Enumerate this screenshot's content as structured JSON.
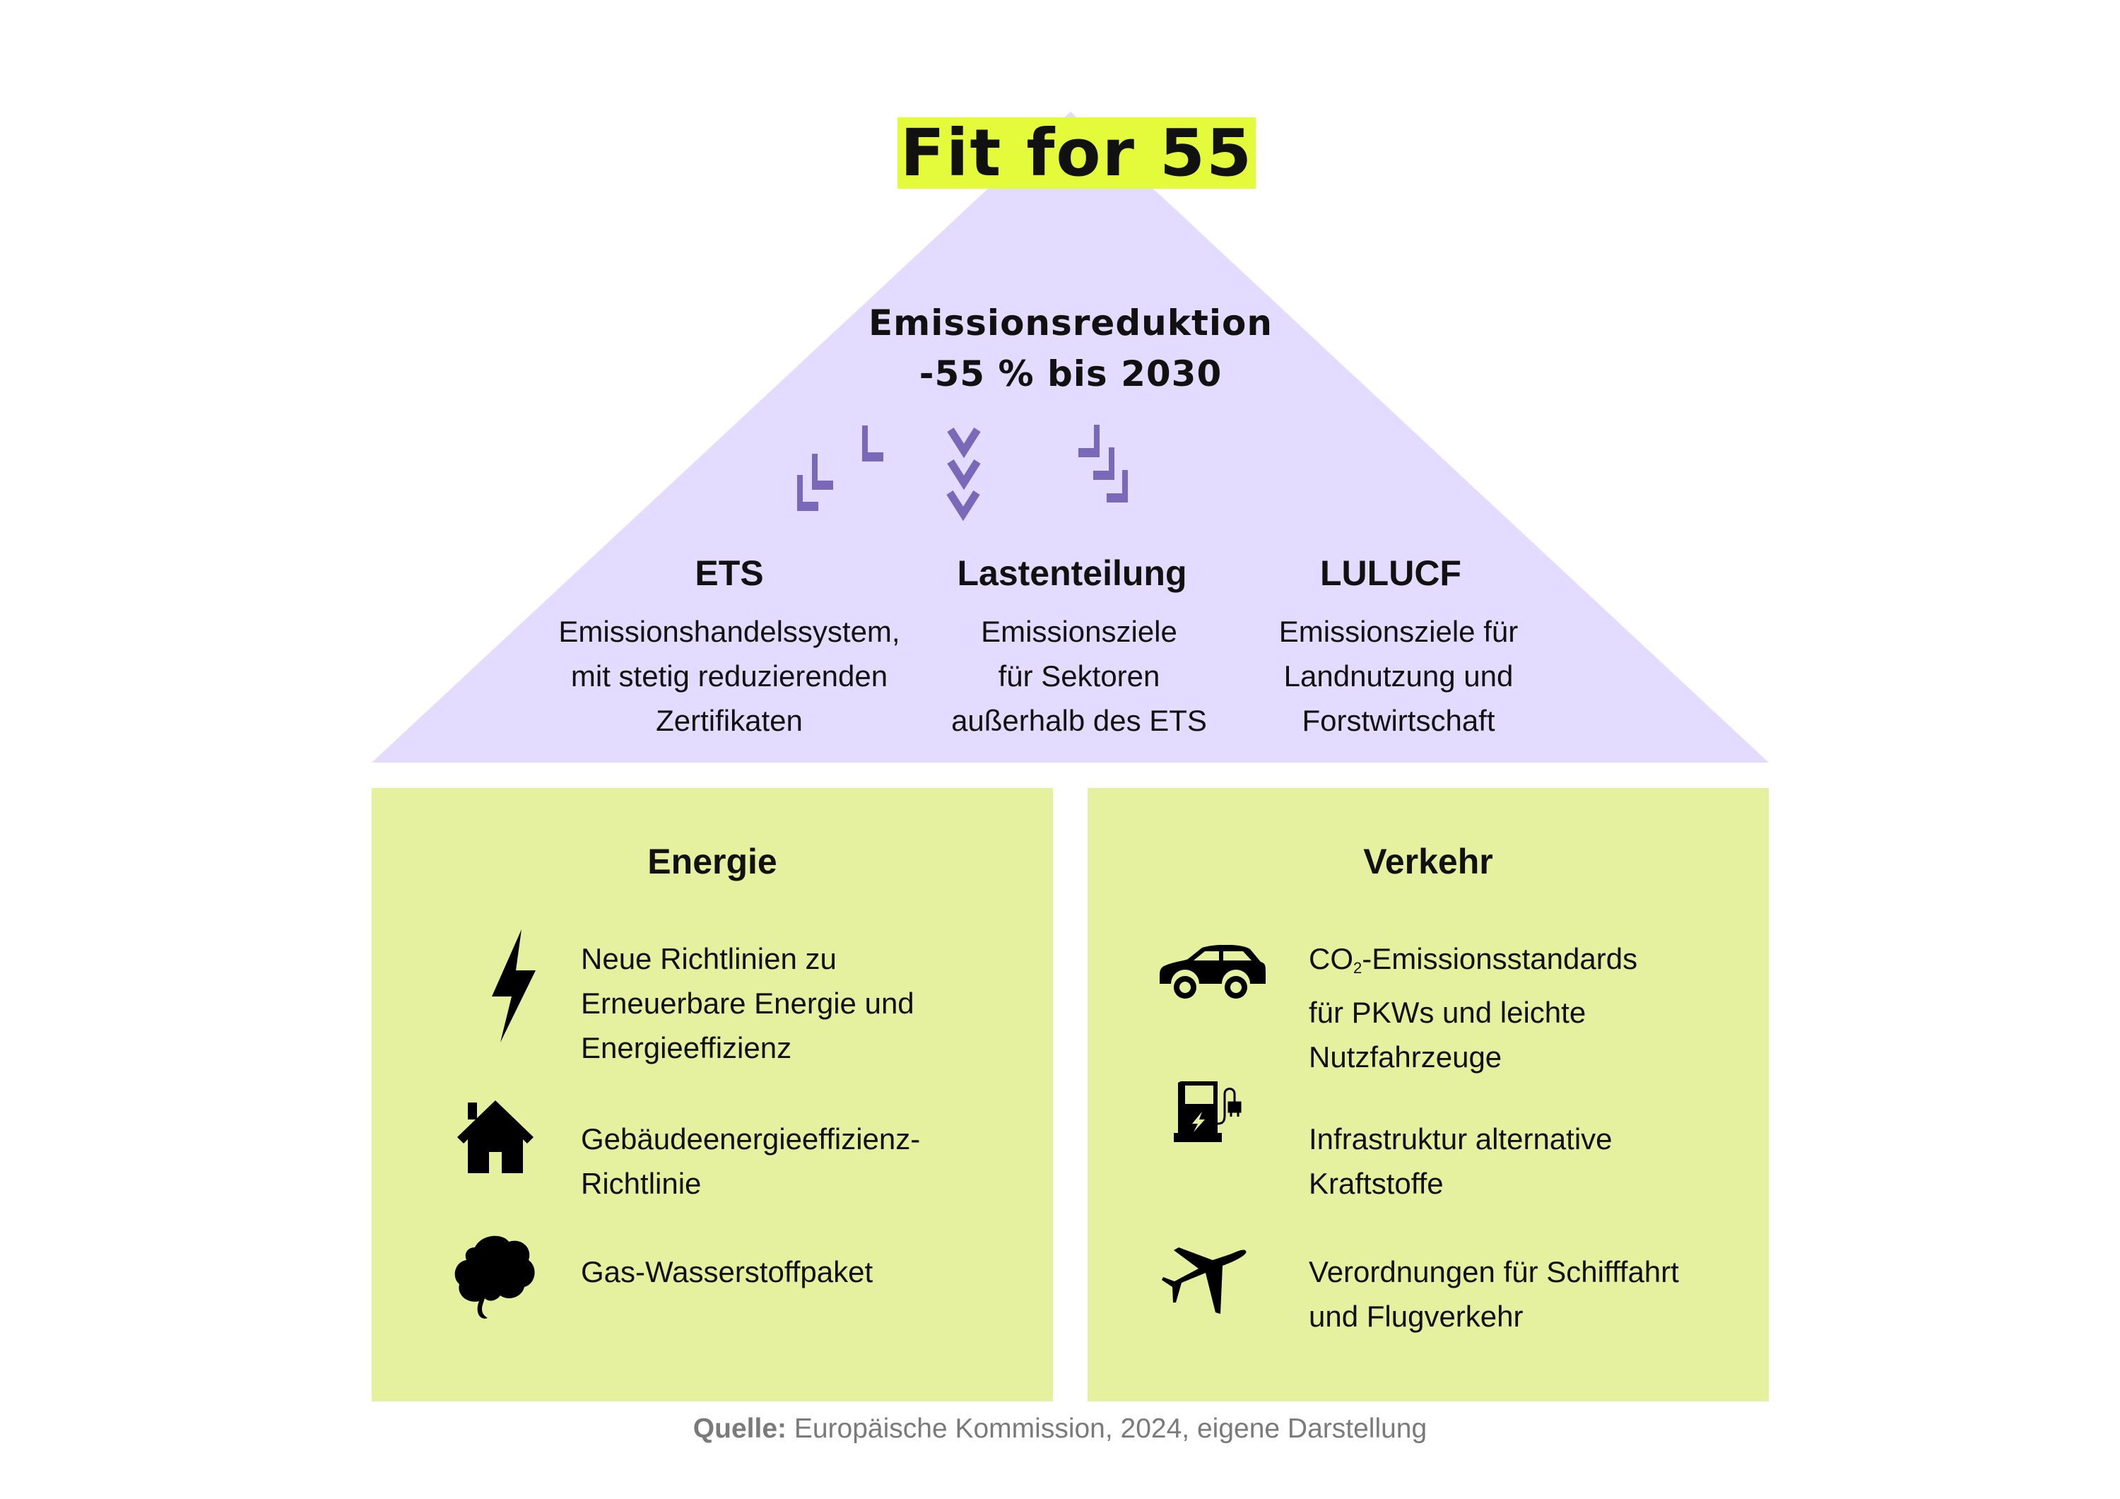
{
  "title": "Fit for 55",
  "goal": {
    "line1": "Emissionsreduktion",
    "line2": "-55 % bis 2030"
  },
  "colors": {
    "title_bg": "#e3fb3a",
    "roof": "#e3dcff",
    "arrow": "#7a68b8",
    "box": "#e6f1a0",
    "source": "#7a7a7a"
  },
  "pillars": [
    {
      "title": "ETS",
      "lines": [
        "Emissionshandelssystem,",
        "mit stetig reduzierenden",
        "Zertifikaten"
      ],
      "icon": "arrows-down-left-icon"
    },
    {
      "title": "Lastenteilung",
      "lines": [
        "Emissionsziele",
        "für Sektoren",
        "außerhalb des ETS"
      ],
      "icon": "chevrons-down-icon"
    },
    {
      "title": "LULUCF",
      "lines": [
        "Emissionsziele für",
        "Landnutzung und",
        "Forstwirtschaft"
      ],
      "icon": "arrows-down-right-icon"
    }
  ],
  "energie": {
    "title": "Energie",
    "items": [
      {
        "icon": "lightning-icon",
        "lines": [
          "Neue Richtlinien zu",
          "Erneuerbare Energie und",
          "Energieeffizienz"
        ]
      },
      {
        "icon": "house-icon",
        "lines": [
          "Gebäudeenergieeffizienz-",
          "Richtlinie"
        ]
      },
      {
        "icon": "gas-cloud-icon",
        "lines": [
          "Gas-Wasserstoffpaket"
        ]
      }
    ]
  },
  "verkehr": {
    "title": "Verkehr",
    "items": [
      {
        "icon": "car-icon",
        "co": "CO",
        "sub": "2",
        "rest": "-Emissionsstandards",
        "lines": [
          "für PKWs und leichte",
          "Nutzfahrzeuge"
        ]
      },
      {
        "icon": "charging-station-icon",
        "lines": [
          "Infrastruktur alternative",
          "Kraftstoffe"
        ]
      },
      {
        "icon": "airplane-icon",
        "lines": [
          "Verordnungen für Schifffahrt",
          "und Flugverkehr"
        ]
      }
    ]
  },
  "source": {
    "label": "Quelle:",
    "text": " Europäische Kommission, 2024, eigene Darstellung"
  }
}
